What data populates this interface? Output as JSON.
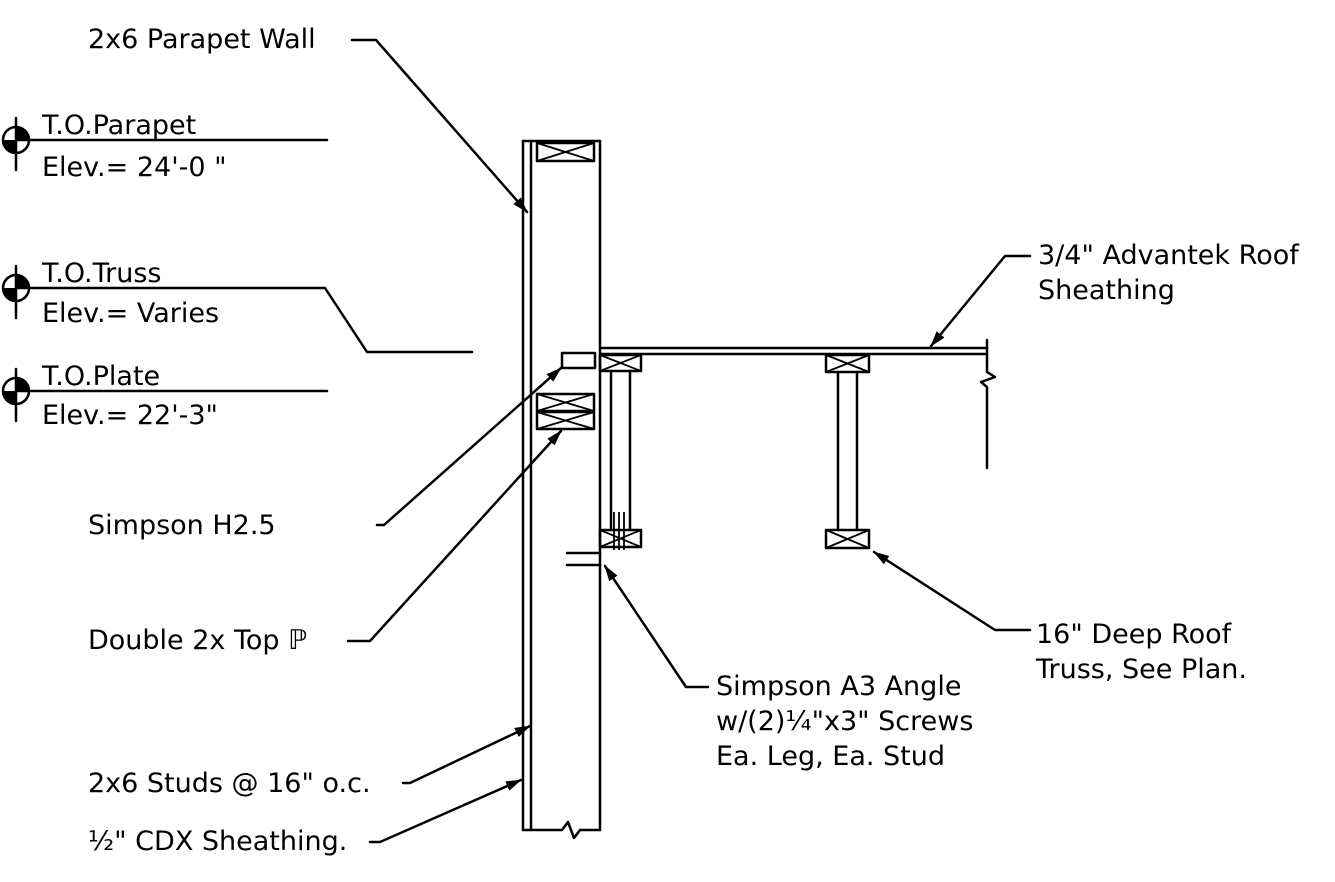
{
  "drawing": {
    "line_color": "#000000",
    "background": "#ffffff",
    "callouts": {
      "parapet_wall": "2x6 Parapet Wall",
      "roof_sheathing_line1": "3/4\" Advantek Roof",
      "roof_sheathing_line2": "Sheathing",
      "simpson_h25": "Simpson H2.5",
      "top_plate": "Double 2x Top ℙ",
      "truss_line1": "16\" Deep Roof",
      "truss_line2": "Truss, See Plan.",
      "angle_line1": "Simpson A3 Angle",
      "angle_line2": "w/(2)¼\"x3\" Screws",
      "angle_line3": "Ea. Leg, Ea. Stud",
      "studs": "2x6 Studs @ 16\" o.c.",
      "wall_sheathing": "½\" CDX Sheathing."
    },
    "elevations": [
      {
        "name": "T.O.Parapet",
        "value": "Elev.= 24'-0 \""
      },
      {
        "name": "T.O.Truss",
        "value": "Elev.= Varies"
      },
      {
        "name": "T.O.Plate",
        "value": "Elev.= 22'-3\""
      }
    ],
    "icons": [
      "elevation-target-icon",
      "break-line-icon",
      "leader-arrow-icon",
      "blocking-cross-icon"
    ]
  }
}
